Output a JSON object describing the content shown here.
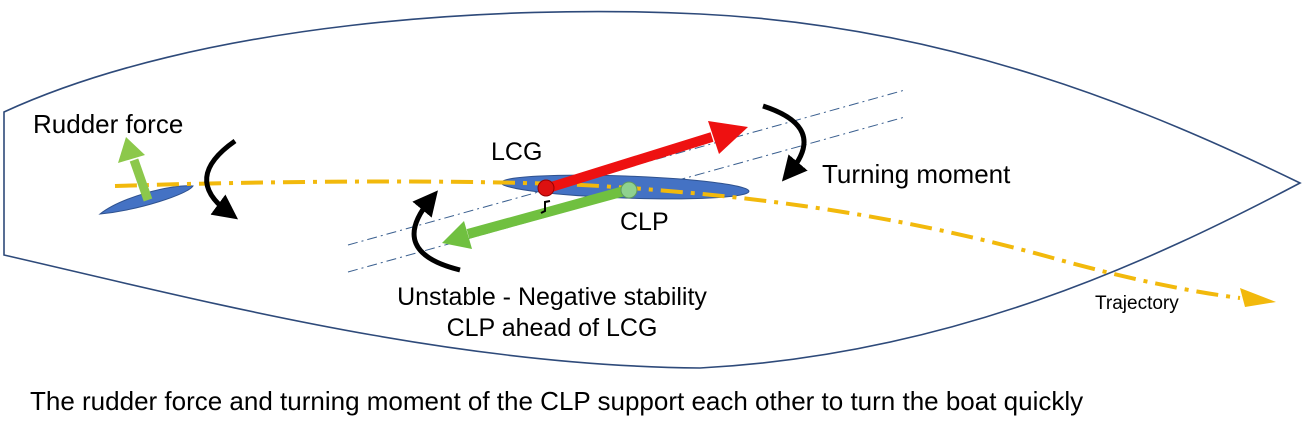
{
  "labels": {
    "rudder_force": "Rudder force",
    "lcg": "LCG",
    "turning_moment": "Turning moment",
    "clp": "CLP",
    "unstable_line1": "Unstable - Negative stability",
    "unstable_line2": "CLP ahead of LCG",
    "trajectory": "Trajectory"
  },
  "caption": "The rudder force and turning moment of the CLP support each other to turn the boat quickly",
  "colors": {
    "hull_outline": "#2e4a7a",
    "foil_fill": "#4472c4",
    "trajectory": "#f2b90c",
    "side_force": "#ee1111",
    "resistance": "#70c040",
    "rudder_force": "#8cc84b",
    "lcg_marker": "#dd1111",
    "clp_marker": "#8fd18f",
    "moment_arrow": "#000000",
    "guide_lines": "#3a5f8f"
  }
}
